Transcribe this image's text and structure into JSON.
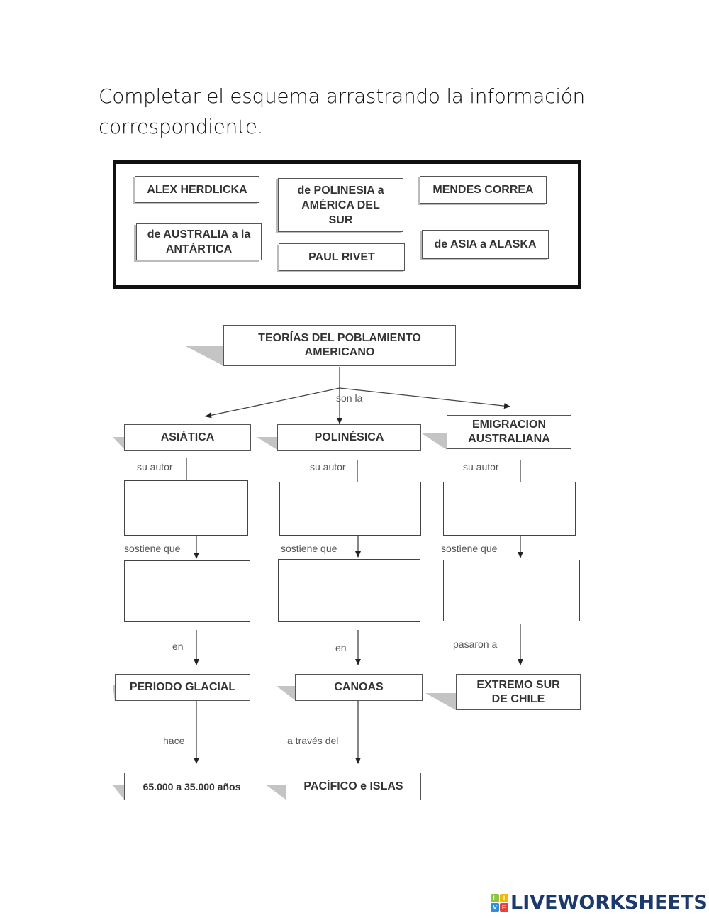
{
  "instruction": "Completar el esquema arrastrando la información correspondiente.",
  "answer_bank": {
    "cards": [
      {
        "id": "alex-herdlicka",
        "label": "ALEX HERDLICKA"
      },
      {
        "id": "de-polinesia",
        "label": "de POLINESIA a AMÉRICA DEL SUR"
      },
      {
        "id": "mendes-correa",
        "label": "MENDES CORREA"
      },
      {
        "id": "de-australia",
        "label": "de AUSTRALIA a la ANTÁRTICA"
      },
      {
        "id": "paul-rivet",
        "label": "PAUL RIVET"
      },
      {
        "id": "de-asia",
        "label": "de ASIA a ALASKA"
      }
    ]
  },
  "diagram": {
    "root": "TEORÍAS DEL POBLAMIENTO AMERICANO",
    "root_connector": "son la",
    "columns": [
      {
        "theory": "ASIÁTICA",
        "author_label": "su autor",
        "claim_label": "sostiene que",
        "next_label": "en",
        "next_node": "PERIODO GLACIAL",
        "last_label": "hace",
        "last_node": "65.000 a 35.000 años"
      },
      {
        "theory": "POLINÉSICA",
        "author_label": "su autor",
        "claim_label": "sostiene que",
        "next_label": "en",
        "next_node": "CANOAS",
        "last_label": "a través del",
        "last_node": "PACÍFICO e ISLAS"
      },
      {
        "theory": "EMIGRACION AUSTRALIANA",
        "author_label": "su autor",
        "claim_label": "sostiene que",
        "next_label": "pasaron a",
        "next_node": "EXTREMO SUR DE CHILE"
      }
    ]
  },
  "branding": {
    "logo_letters": [
      "L",
      "I",
      "V",
      "E"
    ],
    "logo_colors": [
      "#8cc63f",
      "#f7b500",
      "#2f8fd8",
      "#e8413c"
    ],
    "logo_text": "LIVEWORKSHEETS"
  }
}
